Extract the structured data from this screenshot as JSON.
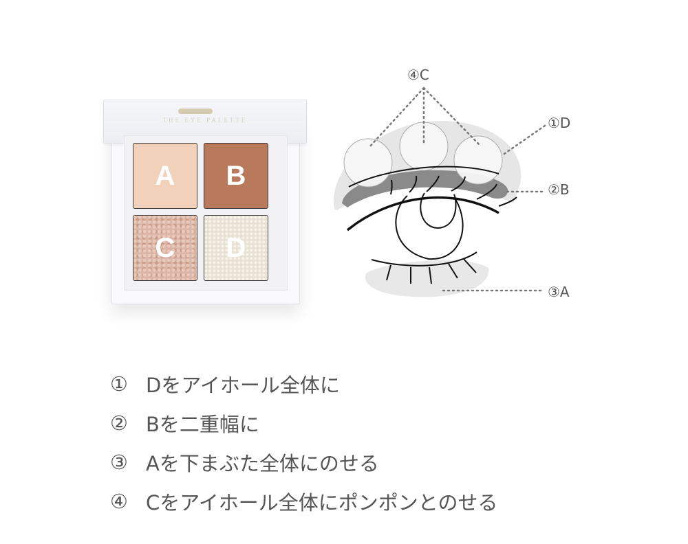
{
  "palette": {
    "brand_text": "THE EYE PALETTE",
    "pans": [
      {
        "letter": "A",
        "color": "#f2d1bb"
      },
      {
        "letter": "B",
        "color": "#b97a5b"
      },
      {
        "letter": "C",
        "color": "#dbb5a6"
      },
      {
        "letter": "D",
        "color": "#e7e1d3"
      }
    ]
  },
  "diagram": {
    "labels": {
      "c": "④C",
      "d": "①D",
      "b": "②B",
      "a": "③A"
    }
  },
  "steps": [
    {
      "num": "①",
      "text": "Dをアイホール全体に"
    },
    {
      "num": "②",
      "text": "Bを二重幅に"
    },
    {
      "num": "③",
      "text": "Aを下まぶた全体にのせる"
    },
    {
      "num": "④",
      "text": "Cをアイホール全体にポンポンとのせる"
    }
  ]
}
